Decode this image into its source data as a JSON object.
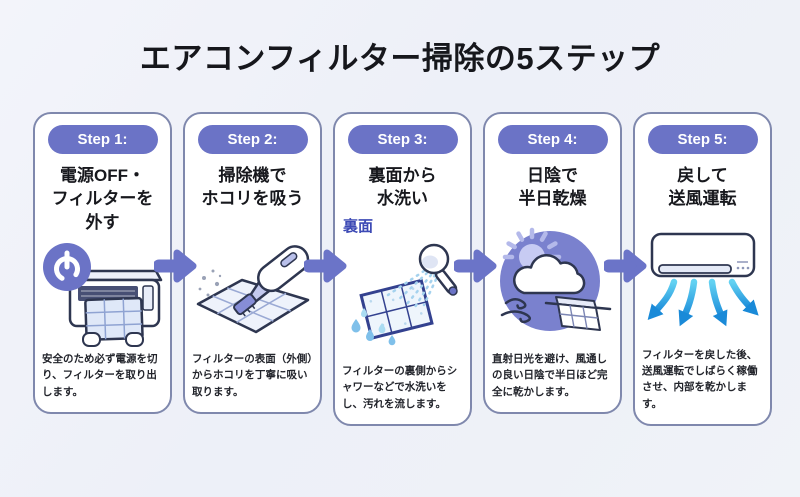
{
  "title": "エアコンフィルター掃除の5ステップ",
  "colors": {
    "accent_periwinkle": "#6b73c6",
    "card_border": "#7f88ad",
    "icon_outline": "#2e3650",
    "water_blue": "#2aa7e0",
    "background": "#eef0f8"
  },
  "steps": [
    {
      "badge": "Step 1:",
      "heading": "電源OFF・\nフィルターを\n外す",
      "icon": "power-off-remove-filter-icon",
      "description": "安全のため必ず電源を切り、フィルターを取り出します。"
    },
    {
      "badge": "Step 2:",
      "heading": "掃除機で\nホコリを吸う",
      "icon": "vacuum-dust-icon",
      "description": "フィルターの表面（外側）からホコリを丁寧に吸い取ります。"
    },
    {
      "badge": "Step 3:",
      "heading": "裏面から\n水洗い",
      "icon": "shower-rinse-icon",
      "icon_label": "裏面",
      "description": "フィルターの裏側からシャワーなどで水洗いをし、汚れを流します。"
    },
    {
      "badge": "Step 4:",
      "heading": "日陰で\n半日乾燥",
      "icon": "shade-dry-icon",
      "description": "直射日光を避け、風通しの良い日陰で半日ほど完全に乾かします。"
    },
    {
      "badge": "Step 5:",
      "heading": "戻して\n送風運転",
      "icon": "ac-fan-mode-icon",
      "description": "フィルターを戻した後、送風運転でしばらく稼働させ、内部を乾かします。"
    }
  ]
}
